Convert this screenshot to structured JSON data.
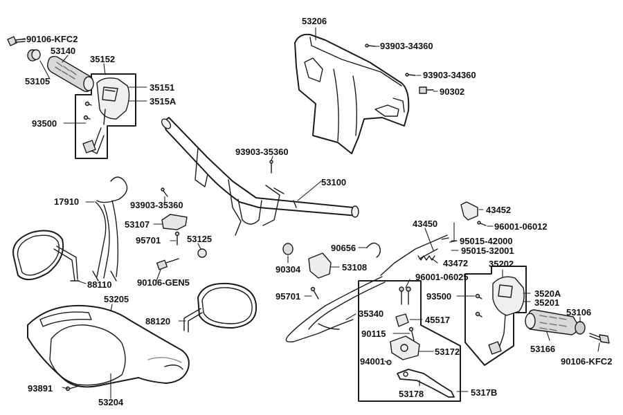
{
  "diagram": {
    "parts": [
      {
        "id": "p_90106_kfc2_l",
        "label": "90106-KFC2"
      },
      {
        "id": "p_53140",
        "label": "53140"
      },
      {
        "id": "p_35152",
        "label": "35152"
      },
      {
        "id": "p_53105",
        "label": "53105"
      },
      {
        "id": "p_35151",
        "label": "35151"
      },
      {
        "id": "p_3515a",
        "label": "3515A"
      },
      {
        "id": "p_93500_l",
        "label": "93500"
      },
      {
        "id": "p_53206",
        "label": "53206"
      },
      {
        "id": "p_93903_34360_a",
        "label": "93903-34360"
      },
      {
        "id": "p_93903_34360_b",
        "label": "93903-34360"
      },
      {
        "id": "p_90302",
        "label": "90302"
      },
      {
        "id": "p_93903_35360_a",
        "label": "93903-35360"
      },
      {
        "id": "p_53100",
        "label": "53100"
      },
      {
        "id": "p_17910",
        "label": "17910"
      },
      {
        "id": "p_93903_35360_b",
        "label": "93903-35360"
      },
      {
        "id": "p_53107",
        "label": "53107"
      },
      {
        "id": "p_95701_a",
        "label": "95701"
      },
      {
        "id": "p_53125",
        "label": "53125"
      },
      {
        "id": "p_88110",
        "label": "88110"
      },
      {
        "id": "p_90106_gen5",
        "label": "90106-GEN5"
      },
      {
        "id": "p_53205",
        "label": "53205"
      },
      {
        "id": "p_88120",
        "label": "88120"
      },
      {
        "id": "p_93891",
        "label": "93891"
      },
      {
        "id": "p_53204",
        "label": "53204"
      },
      {
        "id": "p_43452",
        "label": "43452"
      },
      {
        "id": "p_96001_06012",
        "label": "96001-06012"
      },
      {
        "id": "p_43450",
        "label": "43450"
      },
      {
        "id": "p_95015_42000",
        "label": "95015-42000"
      },
      {
        "id": "p_95015_32001",
        "label": "95015-32001"
      },
      {
        "id": "p_90656",
        "label": "90656"
      },
      {
        "id": "p_43472",
        "label": "43472"
      },
      {
        "id": "p_90304",
        "label": "90304"
      },
      {
        "id": "p_53108",
        "label": "53108"
      },
      {
        "id": "p_35202",
        "label": "35202"
      },
      {
        "id": "p_96001_06025",
        "label": "96001-06025"
      },
      {
        "id": "p_95701_b",
        "label": "95701"
      },
      {
        "id": "p_93500_r",
        "label": "93500"
      },
      {
        "id": "p_3520a",
        "label": "3520A"
      },
      {
        "id": "p_35201",
        "label": "35201"
      },
      {
        "id": "p_35340",
        "label": "35340"
      },
      {
        "id": "p_45517",
        "label": "45517"
      },
      {
        "id": "p_53106",
        "label": "53106"
      },
      {
        "id": "p_90115",
        "label": "90115"
      },
      {
        "id": "p_53172",
        "label": "53172"
      },
      {
        "id": "p_53166",
        "label": "53166"
      },
      {
        "id": "p_94001",
        "label": "94001"
      },
      {
        "id": "p_90106_kfc2_r",
        "label": "90106-KFC2"
      },
      {
        "id": "p_53178",
        "label": "53178"
      },
      {
        "id": "p_5317b",
        "label": "5317B"
      }
    ]
  }
}
